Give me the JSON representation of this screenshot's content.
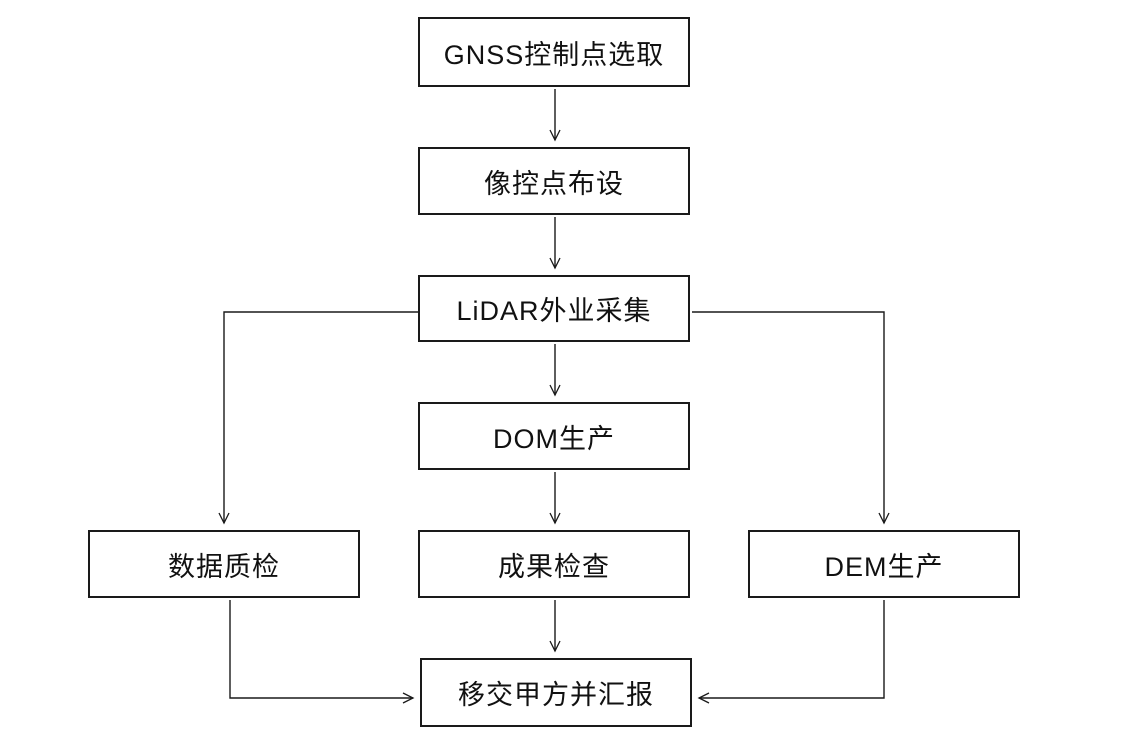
{
  "diagram": {
    "background_color": "#ffffff",
    "box_border_color": "#1a1a1a",
    "line_color": "#1a1a1a",
    "text_color": "#111111",
    "nodes": {
      "gnss": {
        "label": "GNSS控制点选取"
      },
      "image_control": {
        "label": "像控点布设"
      },
      "lidar": {
        "label": "LiDAR外业采集"
      },
      "dom": {
        "label": "DOM生产"
      },
      "data_qc": {
        "label": "数据质检"
      },
      "result_check": {
        "label": "成果检查"
      },
      "dem": {
        "label": "DEM生产"
      },
      "handover": {
        "label": "移交甲方并汇报"
      }
    },
    "edges": [
      {
        "from": "GNSS控制点选取",
        "to": "像控点布设"
      },
      {
        "from": "像控点布设",
        "to": "LiDAR外业采集"
      },
      {
        "from": "LiDAR外业采集",
        "to": "DOM生产"
      },
      {
        "from": "LiDAR外业采集",
        "to": "数据质检"
      },
      {
        "from": "LiDAR外业采集",
        "to": "DEM生产"
      },
      {
        "from": "DOM生产",
        "to": "成果检查"
      },
      {
        "from": "成果检查",
        "to": "移交甲方并汇报"
      },
      {
        "from": "数据质检",
        "to": "移交甲方并汇报"
      },
      {
        "from": "DEM生产",
        "to": "移交甲方并汇报"
      }
    ]
  }
}
